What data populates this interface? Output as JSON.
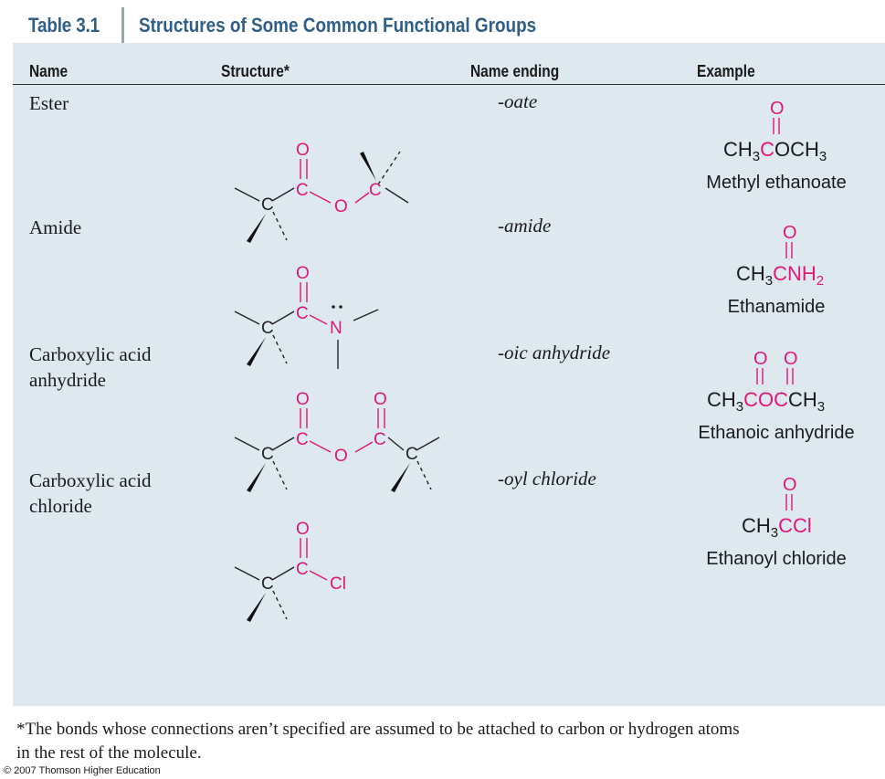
{
  "header": {
    "table_label": "Table 3.1",
    "title": "Structures of Some Common Functional Groups"
  },
  "columns": [
    "Name",
    "Structure*",
    "Name ending",
    "Example"
  ],
  "rows": [
    {
      "name_lines": [
        "Ester"
      ],
      "ending": "-oate",
      "example_formula": "CH3COCH3",
      "example_name": "Methyl ethanoate"
    },
    {
      "name_lines": [
        "Amide"
      ],
      "ending": "-amide",
      "example_formula": "CH3CNH2",
      "example_name": "Ethanamide"
    },
    {
      "name_lines": [
        "Carboxylic acid",
        "anhydride"
      ],
      "ending": "-oic anhydride",
      "example_formula": "CH3COCCH3",
      "example_name": "Ethanoic anhydride"
    },
    {
      "name_lines": [
        "Carboxylic acid",
        "chloride"
      ],
      "ending": "-oyl chloride",
      "example_formula": "CH3CCl",
      "example_name": "Ethanoyl chloride"
    }
  ],
  "footnote_lines": [
    "*The bonds whose connections aren’t specified are assumed to be attached to carbon or hydrogen atoms",
    "in the rest of the molecule."
  ],
  "copyright": "© 2007 Thomson Higher Education",
  "colors": {
    "title": "#2f5f86",
    "highlight": "#e0167a",
    "panel": "#dde8ef"
  },
  "atoms": {
    "carbon": "C",
    "oxygen": "O",
    "nitrogen": "N",
    "chlorine": "Cl"
  }
}
